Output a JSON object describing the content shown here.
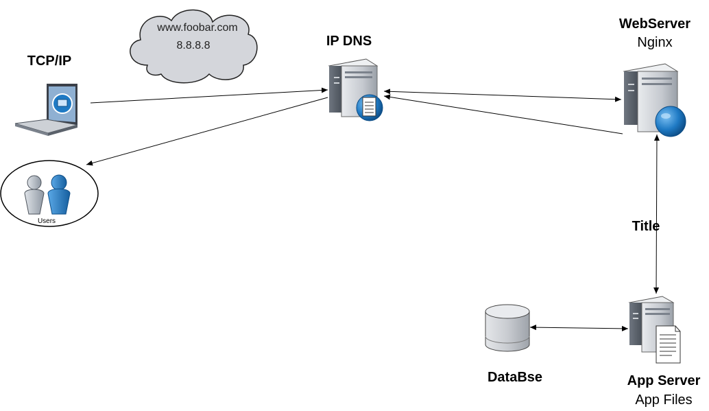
{
  "nodes": {
    "laptop": {
      "title": "TCP/IP"
    },
    "cloud": {
      "line1": "www.foobar.com",
      "line2": "8.8.8.8"
    },
    "dns": {
      "title": "IP DNS"
    },
    "webserver": {
      "title": "WebServer",
      "subtitle": "Nginx"
    },
    "users": {
      "label": "Users"
    },
    "appserver": {
      "title": "App Server",
      "subtitle": "App Files"
    },
    "database": {
      "title": "DataBse"
    }
  },
  "edge_labels": {
    "web_app": "Title"
  },
  "colors": {
    "server_body": "#c8ccd2",
    "server_dark": "#5f6670",
    "globe": "#1f7ac4",
    "cloud_fill": "#d4d6db",
    "stroke": "#000000"
  }
}
